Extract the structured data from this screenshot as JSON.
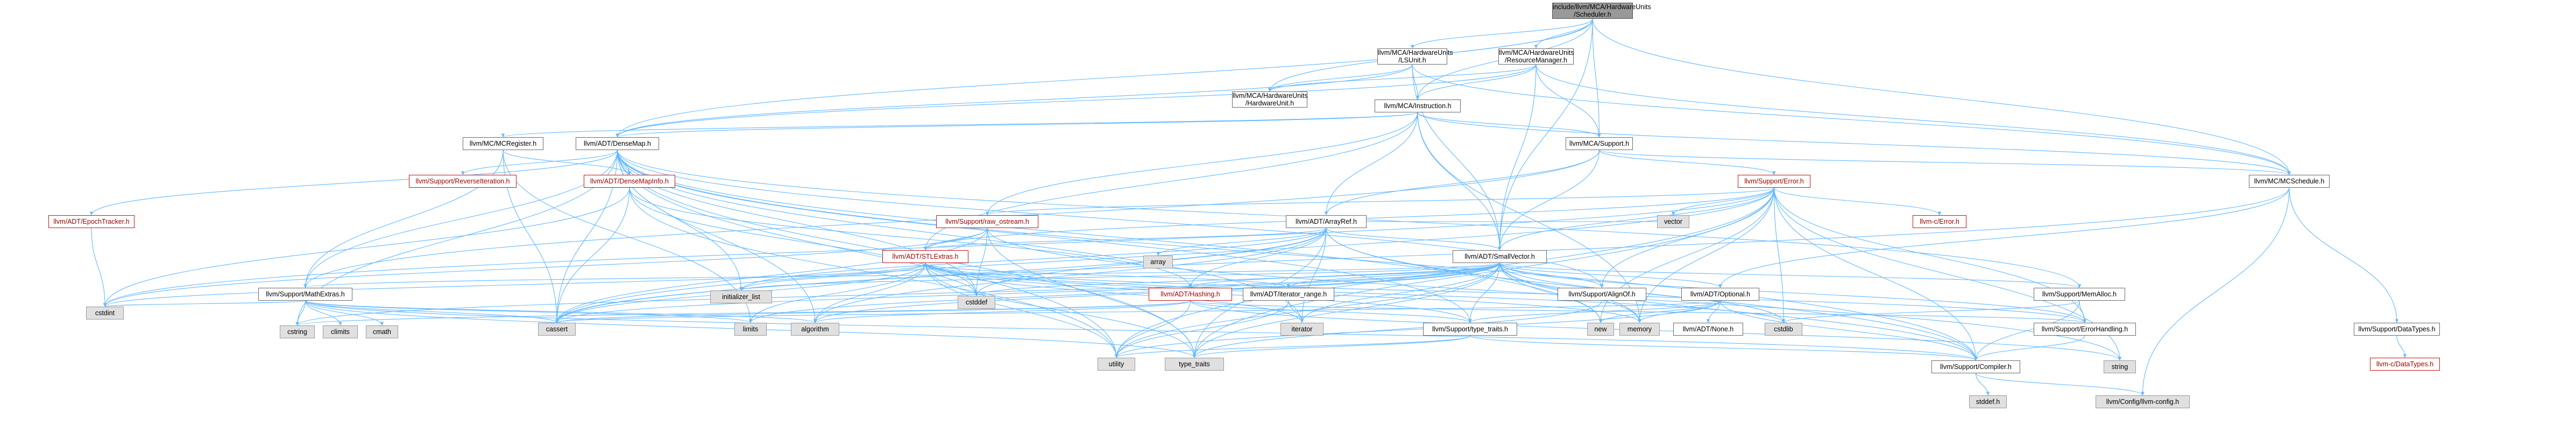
{
  "graph": {
    "edge_color": "#63b8ff",
    "nodes": [
      {
        "id": "root",
        "lines": [
          "include/llvm/MCA/HardwareUnits",
          "/Scheduler.h"
        ],
        "kind": "root"
      },
      {
        "id": "lsunit",
        "lines": [
          "llvm/MCA/HardwareUnits",
          "/LSUnit.h"
        ],
        "kind": "internal"
      },
      {
        "id": "resman",
        "lines": [
          "llvm/MCA/HardwareUnits",
          "/ResourceManager.h"
        ],
        "kind": "internal"
      },
      {
        "id": "hwunit",
        "lines": [
          "llvm/MCA/HardwareUnits",
          "/HardwareUnit.h"
        ],
        "kind": "internal"
      },
      {
        "id": "instr",
        "lines": [
          "llvm/MCA/Instruction.h"
        ],
        "kind": "internal"
      },
      {
        "id": "mcreg",
        "lines": [
          "llvm/MC/MCRegister.h"
        ],
        "kind": "internal"
      },
      {
        "id": "densemap",
        "lines": [
          "llvm/ADT/DenseMap.h"
        ],
        "kind": "internal"
      },
      {
        "id": "mcasupport",
        "lines": [
          "llvm/MCA/Support.h"
        ],
        "kind": "internal"
      },
      {
        "id": "mcsched",
        "lines": [
          "llvm/MC/MCSchedule.h"
        ],
        "kind": "internal"
      },
      {
        "id": "reviter",
        "lines": [
          "llvm/Support/ReverseIteration.h"
        ],
        "kind": "trunc"
      },
      {
        "id": "densemapinfo",
        "lines": [
          "llvm/ADT/DenseMapInfo.h"
        ],
        "kind": "trunc"
      },
      {
        "id": "epoch",
        "lines": [
          "llvm/ADT/EpochTracker.h"
        ],
        "kind": "trunc"
      },
      {
        "id": "rawostream",
        "lines": [
          "llvm/Support/raw_ostream.h"
        ],
        "kind": "trunc"
      },
      {
        "id": "supperror",
        "lines": [
          "llvm/Support/Error.h"
        ],
        "kind": "trunc"
      },
      {
        "id": "cerror",
        "lines": [
          "llvm-c/Error.h"
        ],
        "kind": "trunc"
      },
      {
        "id": "arrayref",
        "lines": [
          "llvm/ADT/ArrayRef.h"
        ],
        "kind": "internal"
      },
      {
        "id": "stlextras",
        "lines": [
          "llvm/ADT/STLExtras.h"
        ],
        "kind": "trunc"
      },
      {
        "id": "smallvector",
        "lines": [
          "llvm/ADT/SmallVector.h"
        ],
        "kind": "internal"
      },
      {
        "id": "mathextras",
        "lines": [
          "llvm/Support/MathExtras.h"
        ],
        "kind": "internal"
      },
      {
        "id": "hashing",
        "lines": [
          "llvm/ADT/Hashing.h"
        ],
        "kind": "trunc"
      },
      {
        "id": "iterrange",
        "lines": [
          "llvm/ADT/iterator_range.h"
        ],
        "kind": "internal"
      },
      {
        "id": "alignof",
        "lines": [
          "llvm/Support/AlignOf.h"
        ],
        "kind": "internal"
      },
      {
        "id": "optional",
        "lines": [
          "llvm/ADT/Optional.h"
        ],
        "kind": "internal"
      },
      {
        "id": "memalloc",
        "lines": [
          "llvm/Support/MemAlloc.h"
        ],
        "kind": "internal"
      },
      {
        "id": "typetraits",
        "lines": [
          "llvm/Support/type_traits.h"
        ],
        "kind": "internal"
      },
      {
        "id": "adtnone",
        "lines": [
          "llvm/ADT/None.h"
        ],
        "kind": "internal"
      },
      {
        "id": "errhandling",
        "lines": [
          "llvm/Support/ErrorHandling.h"
        ],
        "kind": "internal"
      },
      {
        "id": "datatypes",
        "lines": [
          "llvm/Support/DataTypes.h"
        ],
        "kind": "internal"
      },
      {
        "id": "cdatatypes",
        "lines": [
          "llvm-c/DataTypes.h"
        ],
        "kind": "trunc"
      },
      {
        "id": "compiler",
        "lines": [
          "llvm/Support/Compiler.h"
        ],
        "kind": "internal"
      },
      {
        "id": "llvmconfig",
        "lines": [
          "llvm/Config/llvm-config.h"
        ],
        "kind": "sys"
      },
      {
        "id": "stddefh",
        "lines": [
          "stddef.h"
        ],
        "kind": "sys"
      },
      {
        "id": "vector",
        "lines": [
          "vector"
        ],
        "kind": "sys"
      },
      {
        "id": "array",
        "lines": [
          "array"
        ],
        "kind": "sys"
      },
      {
        "id": "initlist",
        "lines": [
          "initializer_list"
        ],
        "kind": "sys"
      },
      {
        "id": "cstdint",
        "lines": [
          "cstdint"
        ],
        "kind": "sys"
      },
      {
        "id": "cstring",
        "lines": [
          "cstring"
        ],
        "kind": "sys"
      },
      {
        "id": "climits",
        "lines": [
          "climits"
        ],
        "kind": "sys"
      },
      {
        "id": "cmath",
        "lines": [
          "cmath"
        ],
        "kind": "sys"
      },
      {
        "id": "cassert",
        "lines": [
          "cassert"
        ],
        "kind": "sys"
      },
      {
        "id": "limits",
        "lines": [
          "limits"
        ],
        "kind": "sys"
      },
      {
        "id": "algorithm",
        "lines": [
          "algorithm"
        ],
        "kind": "sys"
      },
      {
        "id": "cstddef",
        "lines": [
          "cstddef"
        ],
        "kind": "sys"
      },
      {
        "id": "iterator",
        "lines": [
          "iterator"
        ],
        "kind": "sys"
      },
      {
        "id": "new",
        "lines": [
          "new"
        ],
        "kind": "sys"
      },
      {
        "id": "memory",
        "lines": [
          "memory"
        ],
        "kind": "sys"
      },
      {
        "id": "cstdlib",
        "lines": [
          "cstdlib"
        ],
        "kind": "sys"
      },
      {
        "id": "string",
        "lines": [
          "string"
        ],
        "kind": "sys"
      },
      {
        "id": "utility",
        "lines": [
          "utility"
        ],
        "kind": "sys"
      },
      {
        "id": "typetraitssys",
        "lines": [
          "type_traits"
        ],
        "kind": "sys"
      }
    ],
    "edges": [
      [
        "root",
        "lsunit"
      ],
      [
        "root",
        "resman"
      ],
      [
        "root",
        "hwunit"
      ],
      [
        "root",
        "instr"
      ],
      [
        "root",
        "mcasupport"
      ],
      [
        "root",
        "mcsched"
      ],
      [
        "root",
        "smallvector"
      ],
      [
        "root",
        "densemap"
      ],
      [
        "lsunit",
        "hwunit"
      ],
      [
        "lsunit",
        "instr"
      ],
      [
        "lsunit",
        "mcsched"
      ],
      [
        "lsunit",
        "smallvector"
      ],
      [
        "lsunit",
        "densemap"
      ],
      [
        "resman",
        "hwunit"
      ],
      [
        "resman",
        "instr"
      ],
      [
        "resman",
        "mcasupport"
      ],
      [
        "resman",
        "mcsched"
      ],
      [
        "resman",
        "smallvector"
      ],
      [
        "resman",
        "densemap"
      ],
      [
        "instr",
        "mcreg"
      ],
      [
        "instr",
        "densemap"
      ],
      [
        "instr",
        "mcasupport"
      ],
      [
        "instr",
        "mcsched"
      ],
      [
        "instr",
        "smallvector"
      ],
      [
        "instr",
        "arrayref"
      ],
      [
        "instr",
        "stlextras"
      ],
      [
        "instr",
        "rawostream"
      ],
      [
        "instr",
        "memory"
      ],
      [
        "mcreg",
        "densemapinfo"
      ],
      [
        "mcreg",
        "mathextras"
      ],
      [
        "mcreg",
        "cassert"
      ],
      [
        "mcreg",
        "limits"
      ],
      [
        "densemap",
        "reviter"
      ],
      [
        "densemap",
        "densemapinfo"
      ],
      [
        "densemap",
        "epoch"
      ],
      [
        "densemap",
        "alignof"
      ],
      [
        "densemap",
        "compiler"
      ],
      [
        "densemap",
        "mathextras"
      ],
      [
        "densemap",
        "memalloc"
      ],
      [
        "densemap",
        "algorithm"
      ],
      [
        "densemap",
        "cassert"
      ],
      [
        "densemap",
        "cstddef"
      ],
      [
        "densemap",
        "cstring"
      ],
      [
        "densemap",
        "initlist"
      ],
      [
        "densemap",
        "iterator"
      ],
      [
        "densemap",
        "new"
      ],
      [
        "densemap",
        "typetraitssys"
      ],
      [
        "densemap",
        "utility"
      ],
      [
        "densemap",
        "typetraits"
      ],
      [
        "densemapinfo",
        "hashing"
      ],
      [
        "densemapinfo",
        "cassert"
      ],
      [
        "densemapinfo",
        "cstddef"
      ],
      [
        "densemapinfo",
        "cstdint"
      ],
      [
        "densemapinfo",
        "utility"
      ],
      [
        "epoch",
        "cstdint"
      ],
      [
        "mcasupport",
        "arrayref"
      ],
      [
        "mcasupport",
        "smallvector"
      ],
      [
        "mcasupport",
        "mcsched"
      ],
      [
        "mcasupport",
        "supperror"
      ],
      [
        "mcasupport",
        "mathextras"
      ],
      [
        "mcsched",
        "optional"
      ],
      [
        "mcsched",
        "datatypes"
      ],
      [
        "mcsched",
        "llvmconfig"
      ],
      [
        "mcsched",
        "cassert"
      ],
      [
        "supperror",
        "cerror"
      ],
      [
        "supperror",
        "stlextras"
      ],
      [
        "supperror",
        "smallvector"
      ],
      [
        "supperror",
        "alignof"
      ],
      [
        "supperror",
        "compiler"
      ],
      [
        "supperror",
        "errhandling"
      ],
      [
        "supperror",
        "rawostream"
      ],
      [
        "supperror",
        "cassert"
      ],
      [
        "supperror",
        "cstdint"
      ],
      [
        "supperror",
        "cstdlib"
      ],
      [
        "supperror",
        "memory"
      ],
      [
        "supperror",
        "new"
      ],
      [
        "supperror",
        "string"
      ],
      [
        "supperror",
        "vector"
      ],
      [
        "supperror",
        "utility"
      ],
      [
        "supperror",
        "typetraitssys"
      ],
      [
        "rawostream",
        "stlextras"
      ],
      [
        "rawostream",
        "cassert"
      ],
      [
        "rawostream",
        "cstddef"
      ],
      [
        "rawostream",
        "cstdint"
      ],
      [
        "rawostream",
        "string"
      ],
      [
        "rawostream",
        "typetraitssys"
      ],
      [
        "arrayref",
        "hashing"
      ],
      [
        "arrayref",
        "smallvector"
      ],
      [
        "arrayref",
        "stlextras"
      ],
      [
        "arrayref",
        "compiler"
      ],
      [
        "arrayref",
        "algorithm"
      ],
      [
        "arrayref",
        "array"
      ],
      [
        "arrayref",
        "cassert"
      ],
      [
        "arrayref",
        "cstddef"
      ],
      [
        "arrayref",
        "initlist"
      ],
      [
        "arrayref",
        "iterator"
      ],
      [
        "arrayref",
        "memory"
      ],
      [
        "arrayref",
        "typetraitssys"
      ],
      [
        "arrayref",
        "vector"
      ],
      [
        "stlextras",
        "iterrange"
      ],
      [
        "stlextras",
        "typetraits"
      ],
      [
        "stlextras",
        "errhandling"
      ],
      [
        "stlextras",
        "algorithm"
      ],
      [
        "stlextras",
        "cassert"
      ],
      [
        "stlextras",
        "cstddef"
      ],
      [
        "stlextras",
        "cstdint"
      ],
      [
        "stlextras",
        "cstdlib"
      ],
      [
        "stlextras",
        "initlist"
      ],
      [
        "stlextras",
        "iterator"
      ],
      [
        "stlextras",
        "limits"
      ],
      [
        "stlextras",
        "memory"
      ],
      [
        "stlextras",
        "utility"
      ],
      [
        "stlextras",
        "typetraitssys"
      ],
      [
        "smallvector",
        "compiler"
      ],
      [
        "smallvector",
        "memalloc"
      ],
      [
        "smallvector",
        "typetraits"
      ],
      [
        "smallvector",
        "errhandling"
      ],
      [
        "smallvector",
        "algorithm"
      ],
      [
        "smallvector",
        "cassert"
      ],
      [
        "smallvector",
        "cstddef"
      ],
      [
        "smallvector",
        "cstdlib"
      ],
      [
        "smallvector",
        "cstring"
      ],
      [
        "smallvector",
        "initlist"
      ],
      [
        "smallvector",
        "iterator"
      ],
      [
        "smallvector",
        "limits"
      ],
      [
        "smallvector",
        "memory"
      ],
      [
        "smallvector",
        "new"
      ],
      [
        "smallvector",
        "typetraitssys"
      ],
      [
        "smallvector",
        "utility"
      ],
      [
        "smallvector",
        "iterrange"
      ],
      [
        "smallvector",
        "alignof"
      ],
      [
        "smallvector",
        "optional"
      ],
      [
        "smallvector",
        "hashing"
      ],
      [
        "smallvector",
        "mathextras"
      ],
      [
        "mathextras",
        "compiler"
      ],
      [
        "mathextras",
        "cassert"
      ],
      [
        "mathextras",
        "climits"
      ],
      [
        "mathextras",
        "cmath"
      ],
      [
        "mathextras",
        "cstdint"
      ],
      [
        "mathextras",
        "cstring"
      ],
      [
        "mathextras",
        "limits"
      ],
      [
        "mathextras",
        "typetraitssys"
      ],
      [
        "mathextras",
        "algorithm"
      ],
      [
        "hashing",
        "typetraits"
      ],
      [
        "hashing",
        "errhandling"
      ],
      [
        "hashing",
        "algorithm"
      ],
      [
        "hashing",
        "cassert"
      ],
      [
        "hashing",
        "cstring"
      ],
      [
        "hashing",
        "string"
      ],
      [
        "hashing",
        "utility"
      ],
      [
        "iterrange",
        "iterator"
      ],
      [
        "iterrange",
        "utility"
      ],
      [
        "alignof",
        "typetraitssys"
      ],
      [
        "optional",
        "adtnone"
      ],
      [
        "optional",
        "compiler"
      ],
      [
        "optional",
        "typetraits"
      ],
      [
        "optional",
        "cassert"
      ],
      [
        "optional",
        "memory"
      ],
      [
        "optional",
        "new"
      ],
      [
        "optional",
        "utility"
      ],
      [
        "memalloc",
        "compiler"
      ],
      [
        "memalloc",
        "errhandling"
      ],
      [
        "memalloc",
        "cstdlib"
      ],
      [
        "typetraits",
        "compiler"
      ],
      [
        "typetraits",
        "typetraitssys"
      ],
      [
        "typetraits",
        "utility"
      ],
      [
        "errhandling",
        "compiler"
      ],
      [
        "datatypes",
        "cdatatypes"
      ],
      [
        "compiler",
        "llvmconfig"
      ],
      [
        "compiler",
        "stddefh"
      ]
    ]
  }
}
